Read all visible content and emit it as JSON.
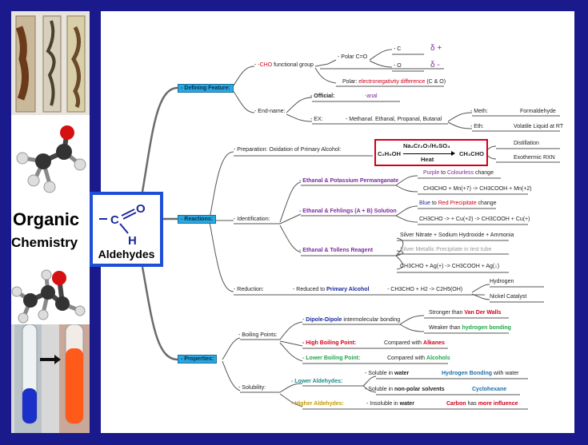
{
  "sidebar": {
    "title_line1": "Organic",
    "title_line2": "Chemistry"
  },
  "center": {
    "formula_o": "O",
    "formula_c": "C",
    "formula_h": "H",
    "label": "Aldehydes"
  },
  "categories": {
    "defining": "Defining Feature:",
    "reactions": "Reactions:",
    "properties": "Properties:"
  },
  "defining": {
    "cho_prefix": "-CHO",
    "cho_rest": " functional group",
    "polar_co": "Polar C=O",
    "c_label": "C",
    "o_label": "O",
    "delta_plus": "δ +",
    "delta_minus": "δ -",
    "polar_text": "Polar: ",
    "polar_red": "electronegativity difference",
    "polar_tail": " (C & O)",
    "endname": "End-name:",
    "official": "Official:",
    "official_val": "-anal",
    "ex": "EX:",
    "ex_list": "Methanal. Ethanal, Propanal, Butanal",
    "meth": "Meth:",
    "meth_val": "Formaldehyde",
    "eth": "Eth:",
    "eth_val": "Volatile Liquid at RT"
  },
  "reactions": {
    "preparation": "Preparation: Oxidation of Primary Alcohol:",
    "reagent": "Na₂Cr₂O₇/H₂SO₄",
    "reactant": "C₂H₅OH",
    "heat": "Heat",
    "product": "CH₃CHO",
    "distillation": "Distillation",
    "exothermic": "Exothermic RXN",
    "identification": "Identification:",
    "perm": "Ethanal & Potassium Permanganate",
    "perm_purple": "Purple",
    "perm_mid": " to ",
    "perm_colourless": "Colourless",
    "perm_tail": " change",
    "perm_eq": "CH3CHO + Mn(+7) -> CH3COOH + Mn(+2)",
    "fehling": "Ethanal & Fehlings (A + B) Solution",
    "fehling_blue": "Blue",
    "fehling_to": " to ",
    "fehling_red": "Red Precipitate",
    "fehling_tail": " change",
    "fehling_eq": "CH3CHO -> + Cu(+2) -> CH3COOH + Cu(+)",
    "tollens": "Ethanal & Tollens Reagent",
    "tollens_1": "Silver Nitrate + Sodium Hydroxide + Ammonia",
    "tollens_2": "Silver Metallic Precipitate in test tube",
    "tollens_eq": "CH3CHO + Ag(+) -> CH3COOH + Ag(↓)",
    "reduction": "Reduction:",
    "reduced_pre": "Reduced to ",
    "reduced_blue": "Primary Alcohol",
    "reduction_eq": "CH3CHO + H2 -> C2H5(OH)",
    "hydrogen": "Hydrogen",
    "nickel": "Nickel Catalyst"
  },
  "properties": {
    "boiling": "Boiling Points:",
    "dipole_blue": "Dipole-Dipole",
    "dipole_rest": " intermolecular bonding",
    "stronger_pre": "Stronger than ",
    "stronger_red": "Van Der Walls",
    "weaker_pre": "Weaker than ",
    "weaker_green": "hydrogen bonding",
    "high_bp": "High Boiling Point:",
    "high_cmp": "Compared with ",
    "high_red": "Alkanes",
    "low_bp": "Lower Boiling Point:",
    "low_cmp": "Compared with ",
    "low_green": "Alcohols",
    "solubility": "Solubility:",
    "lower_ald": "Lower Aldehydes:",
    "sol_water_pre": "Soluble in ",
    "sol_water": "water",
    "hb_blue": "Hydrogen Bonding",
    "hb_tail": " with water",
    "sol_np_pre": "Soluble in ",
    "sol_np": "non-polar solvents",
    "cyclohexane": "Cyclohexane",
    "higher_ald": "Higher Aldehydes:",
    "insol_pre": "Insoluble in ",
    "insol_water": "water",
    "carbon_red": "Carbon",
    "carbon_mid": " has ",
    "carbon_red2": "more influence"
  },
  "colors": {
    "frame": "#1a1a8c",
    "accent_blue": "#29a9e0",
    "red": "#d0021b",
    "purple": "#7b2a9b",
    "green": "#1fa64a",
    "branch": "#666666"
  }
}
